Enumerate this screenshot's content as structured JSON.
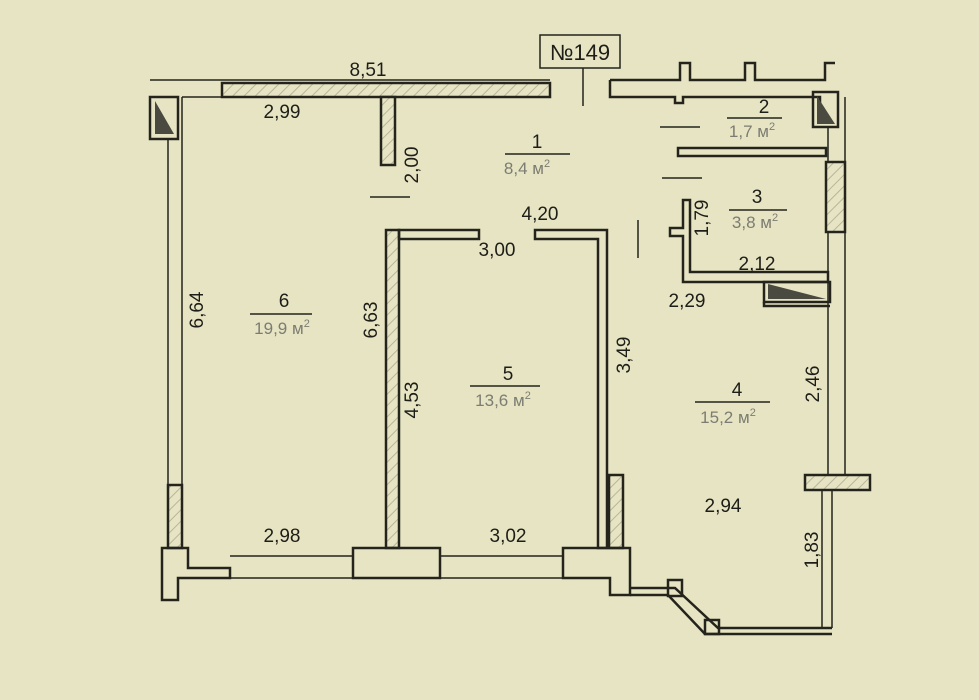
{
  "plan": {
    "apartment_number": "№149",
    "area_unit": "м",
    "rooms": [
      {
        "number": "1",
        "area": "8,4"
      },
      {
        "number": "2",
        "area": "1,7"
      },
      {
        "number": "3",
        "area": "3,8"
      },
      {
        "number": "4",
        "area": "15,2"
      },
      {
        "number": "5",
        "area": "13,6"
      },
      {
        "number": "6",
        "area": "19,9"
      }
    ],
    "dimensions": {
      "top_total": "8,51",
      "room6_top": "2,99",
      "corridor_wall": "2,00",
      "room6_height": "6,64",
      "room5_left": "6,63",
      "room5_inner": "4,53",
      "room5_top": "3,00",
      "room1_width": "4,20",
      "room5_right": "3,49",
      "room3_height": "1,79",
      "room3_width": "2,12",
      "room4_top": "2,29",
      "room4_right": "2,46",
      "room4_width": "2,94",
      "balcony_side": "1,83",
      "room6_bottom": "2,98",
      "room5_bottom": "3,02"
    }
  }
}
